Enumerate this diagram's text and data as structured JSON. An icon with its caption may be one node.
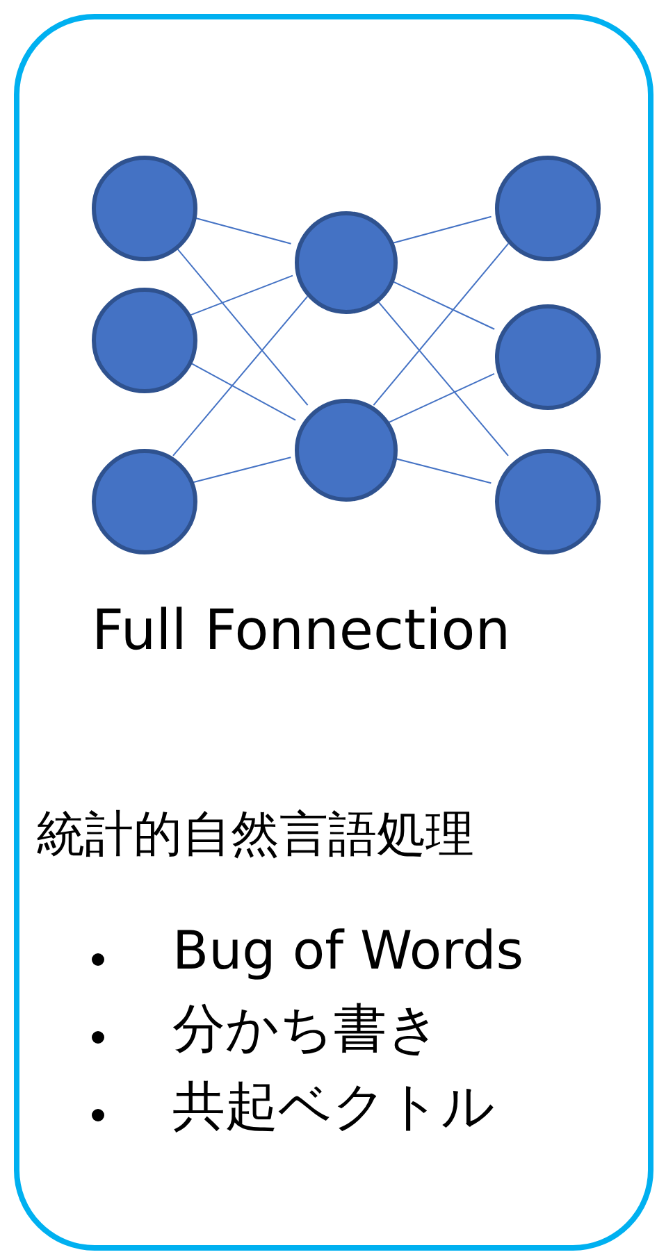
{
  "diagram": {
    "nodes": [
      {
        "text": [
          "Full Fonnection",
          "統計的自然言語処理",
          "Bug of Words",
          "分かち書き",
          "共起ベクトル"
        ]
      },
      {
        "text": [],
        "shape": "circle",
        "in": 0
      },
      {
        "text": [],
        "shape": "circle",
        "in": 0
      },
      {
        "text": [],
        "shape": "circle",
        "in": 0
      },
      {
        "text": [],
        "shape": "circle",
        "in": 0
      },
      {
        "text": [],
        "shape": "circle",
        "in": 0
      },
      {
        "text": [],
        "shape": "circle",
        "in": 0
      },
      {
        "text": [],
        "shape": "circle",
        "in": 0
      },
      {
        "text": [],
        "shape": "circle",
        "in": 0
      }
    ],
    "edges": [
      {
        "from": 1,
        "to": 4,
        "arrow": "none"
      },
      {
        "from": 1,
        "to": 5,
        "arrow": "none"
      },
      {
        "from": 2,
        "to": 4,
        "arrow": "none"
      },
      {
        "from": 2,
        "to": 5,
        "arrow": "none"
      },
      {
        "from": 3,
        "to": 4,
        "arrow": "none"
      },
      {
        "from": 3,
        "to": 5,
        "arrow": "none"
      },
      {
        "from": 4,
        "to": 6,
        "arrow": "none"
      },
      {
        "from": 4,
        "to": 7,
        "arrow": "none"
      },
      {
        "from": 4,
        "to": 8,
        "arrow": "none"
      },
      {
        "from": 5,
        "to": 6,
        "arrow": "none"
      },
      {
        "from": 5,
        "to": 7,
        "arrow": "none"
      },
      {
        "from": 5,
        "to": 8,
        "arrow": "none"
      }
    ]
  }
}
